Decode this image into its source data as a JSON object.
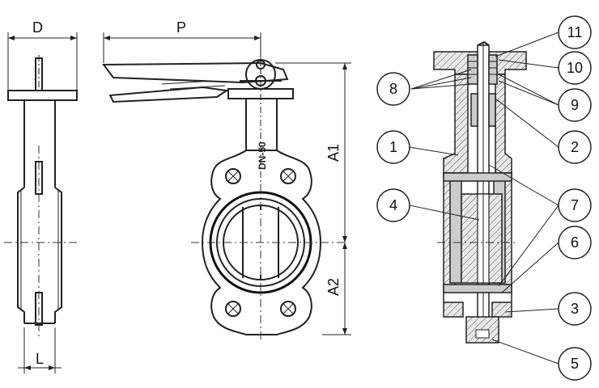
{
  "dimensions": {
    "D": "D",
    "L": "L",
    "P": "P",
    "A1": "A1",
    "A2": "A2"
  },
  "callouts": [
    "1",
    "2",
    "3",
    "4",
    "5",
    "6",
    "7",
    "8",
    "9",
    "10",
    "11"
  ],
  "body_marking": "DN-50"
}
